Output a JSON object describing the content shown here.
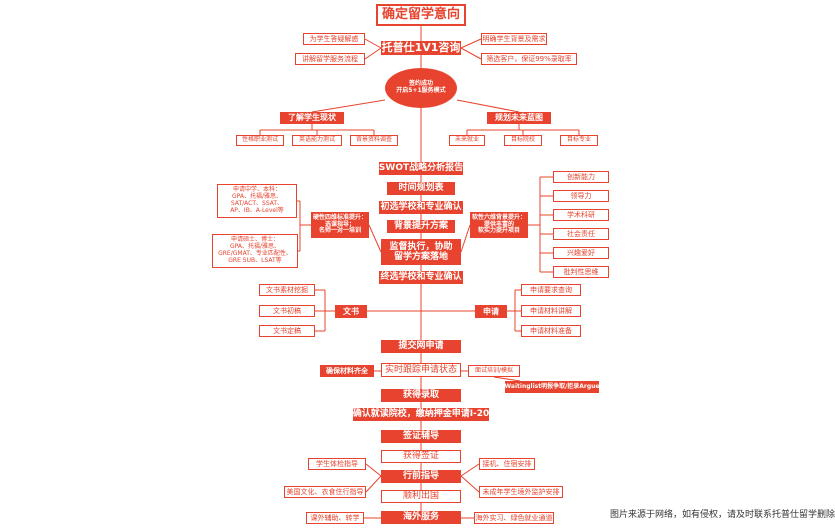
{
  "title": "确定留学意向",
  "consult": "托普仕1V1咨询",
  "consult_left": [
    "为学生答疑解惑",
    "讲解留学服务流程"
  ],
  "consult_right": [
    "明确学生背景及需求",
    "筛选客户，保证99%录取率"
  ],
  "sign": "签约成功\n开启5+1服务模式",
  "understand": "了解学生现状",
  "understand_items": [
    "性格职业测试",
    "英语能力测试",
    "背景资料调查"
  ],
  "plan": "规划未来蓝图",
  "plan_items": [
    "未来就业",
    "目标院校",
    "目标专业"
  ],
  "swot": "SWOT战略分析报告",
  "timeline": "时间规划表",
  "initial_select": "初选学校和专业确认",
  "bg_plan": "背景提升方案",
  "supervise": "监督执行，协助\n留学方案落地",
  "hard_label": "硬性四维标准提升：\n选课指导；\n名师一对一培训",
  "hard_ug": "申请中学、本科：\nGPA、托福/雅思、\nSAT/ACT、SSAT、\nAP、IB、A-Level等",
  "hard_grad": "申请硕士、博士：\nGPA、托福/雅思、\nGRE/GMAT、专业匹配性、\nGRE SUB、LSAT等",
  "soft_label": "软性六维背景提升：\n提供丰富的\n软实力提升项目",
  "soft_items": [
    "创新能力",
    "领导力",
    "学术科研",
    "社会责任",
    "兴趣爱好",
    "批判性思维"
  ],
  "final_select": "终选学校和专业确认",
  "docs": "文书",
  "docs_items": [
    "文书素材挖掘",
    "文书初稿",
    "文书定稿"
  ],
  "apply": "申请",
  "apply_items": [
    "申请要求查询",
    "申请材料讲解",
    "申请材料准备"
  ],
  "submit": "提交网申请",
  "ensure_materials": "确保材料齐全",
  "track": "实时跟踪申请状态",
  "interview": "面试培训/模拟",
  "waitlist": "Waitinglist明报争取/拒录Argue",
  "admitted": "获得录取",
  "confirm": "确认就读院校，缴纳押金申请I-20",
  "visa_guide": "签证辅导",
  "visa_get": "获得签证",
  "predep": "行前指导",
  "predep_left": [
    "学生体检指导",
    "美国文化、衣食住行指导"
  ],
  "predep_right": [
    "接机、住宿安排",
    "未成年学生境外监护安排"
  ],
  "depart": "顺利出国",
  "overseas": "海外服务",
  "overseas_left": "课外辅助、转学",
  "overseas_right": "海外实习、绿色就业通道",
  "footer": "图片来源于网络，如有侵权，请及时联系托普仕留学删除",
  "colors": {
    "accent": "#e8432e",
    "text": "#333333",
    "background": "#ffffff"
  }
}
